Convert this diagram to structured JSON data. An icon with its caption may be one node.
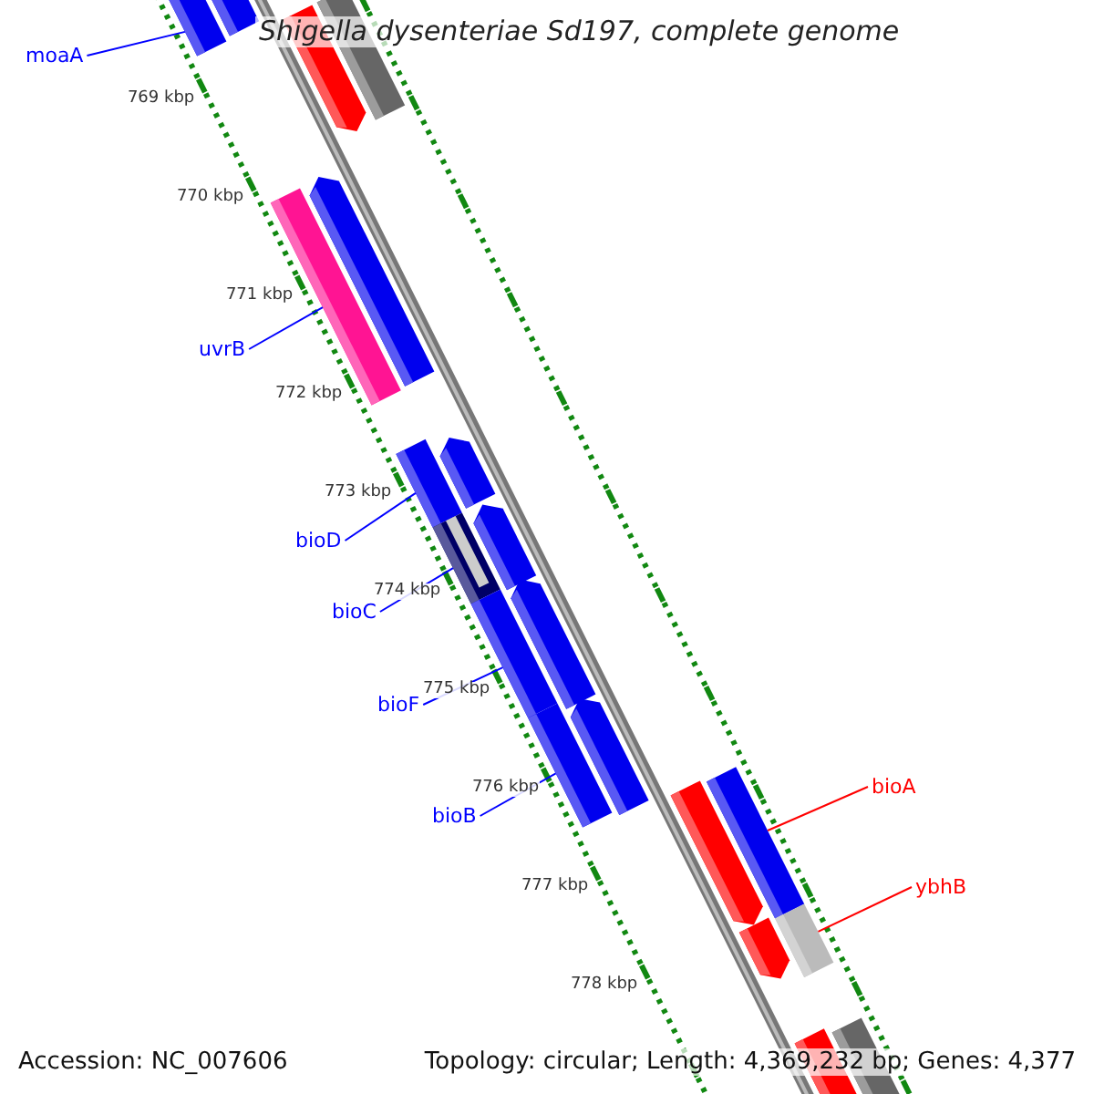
{
  "diagram": {
    "title": "Shigella dysenteriae Sd197, complete genome",
    "nodes": [
      {
        "text": [
          "moaA"
        ]
      },
      {
        "text": [],
        "shape": "bar"
      },
      {
        "text": [
          "uvrB"
        ]
      },
      {
        "text": [],
        "shape": "bar"
      },
      {
        "text": [
          "bioD"
        ]
      },
      {
        "text": [],
        "shape": "bar"
      },
      {
        "text": [
          "bioC"
        ]
      },
      {
        "text": [],
        "shape": "bar"
      },
      {
        "text": [
          "bioF"
        ]
      },
      {
        "text": [],
        "shape": "bar"
      },
      {
        "text": [
          "bioB"
        ]
      },
      {
        "text": [],
        "shape": "bar"
      },
      {
        "text": [
          "bioA"
        ]
      },
      {
        "text": [],
        "shape": "bar"
      },
      {
        "text": [
          "ybhB"
        ]
      },
      {
        "text": [],
        "shape": "bar"
      }
    ],
    "edges": [
      {
        "from": 0,
        "to": 1,
        "arrow": "none"
      },
      {
        "from": 2,
        "to": 3,
        "arrow": "none"
      },
      {
        "from": 4,
        "to": 5,
        "arrow": "none"
      },
      {
        "from": 6,
        "to": 7,
        "arrow": "none"
      },
      {
        "from": 8,
        "to": 9,
        "arrow": "none"
      },
      {
        "from": 10,
        "to": 11,
        "arrow": "none"
      },
      {
        "from": 12,
        "to": 13,
        "arrow": "none",
        "color": "#ff0000"
      },
      {
        "from": 14,
        "to": 15,
        "arrow": "none",
        "color": "#ff0000"
      }
    ],
    "labels": [
      "769 kbp",
      "770 kbp",
      "771 kbp",
      "772 kbp",
      "773 kbp",
      "774 kbp",
      "775 kbp",
      "776 kbp",
      "777 kbp",
      "778 kbp",
      "Accession: NC_007606",
      "Topology: circular; Length: 4,369,232 bp; Genes: 4,377"
    ]
  }
}
